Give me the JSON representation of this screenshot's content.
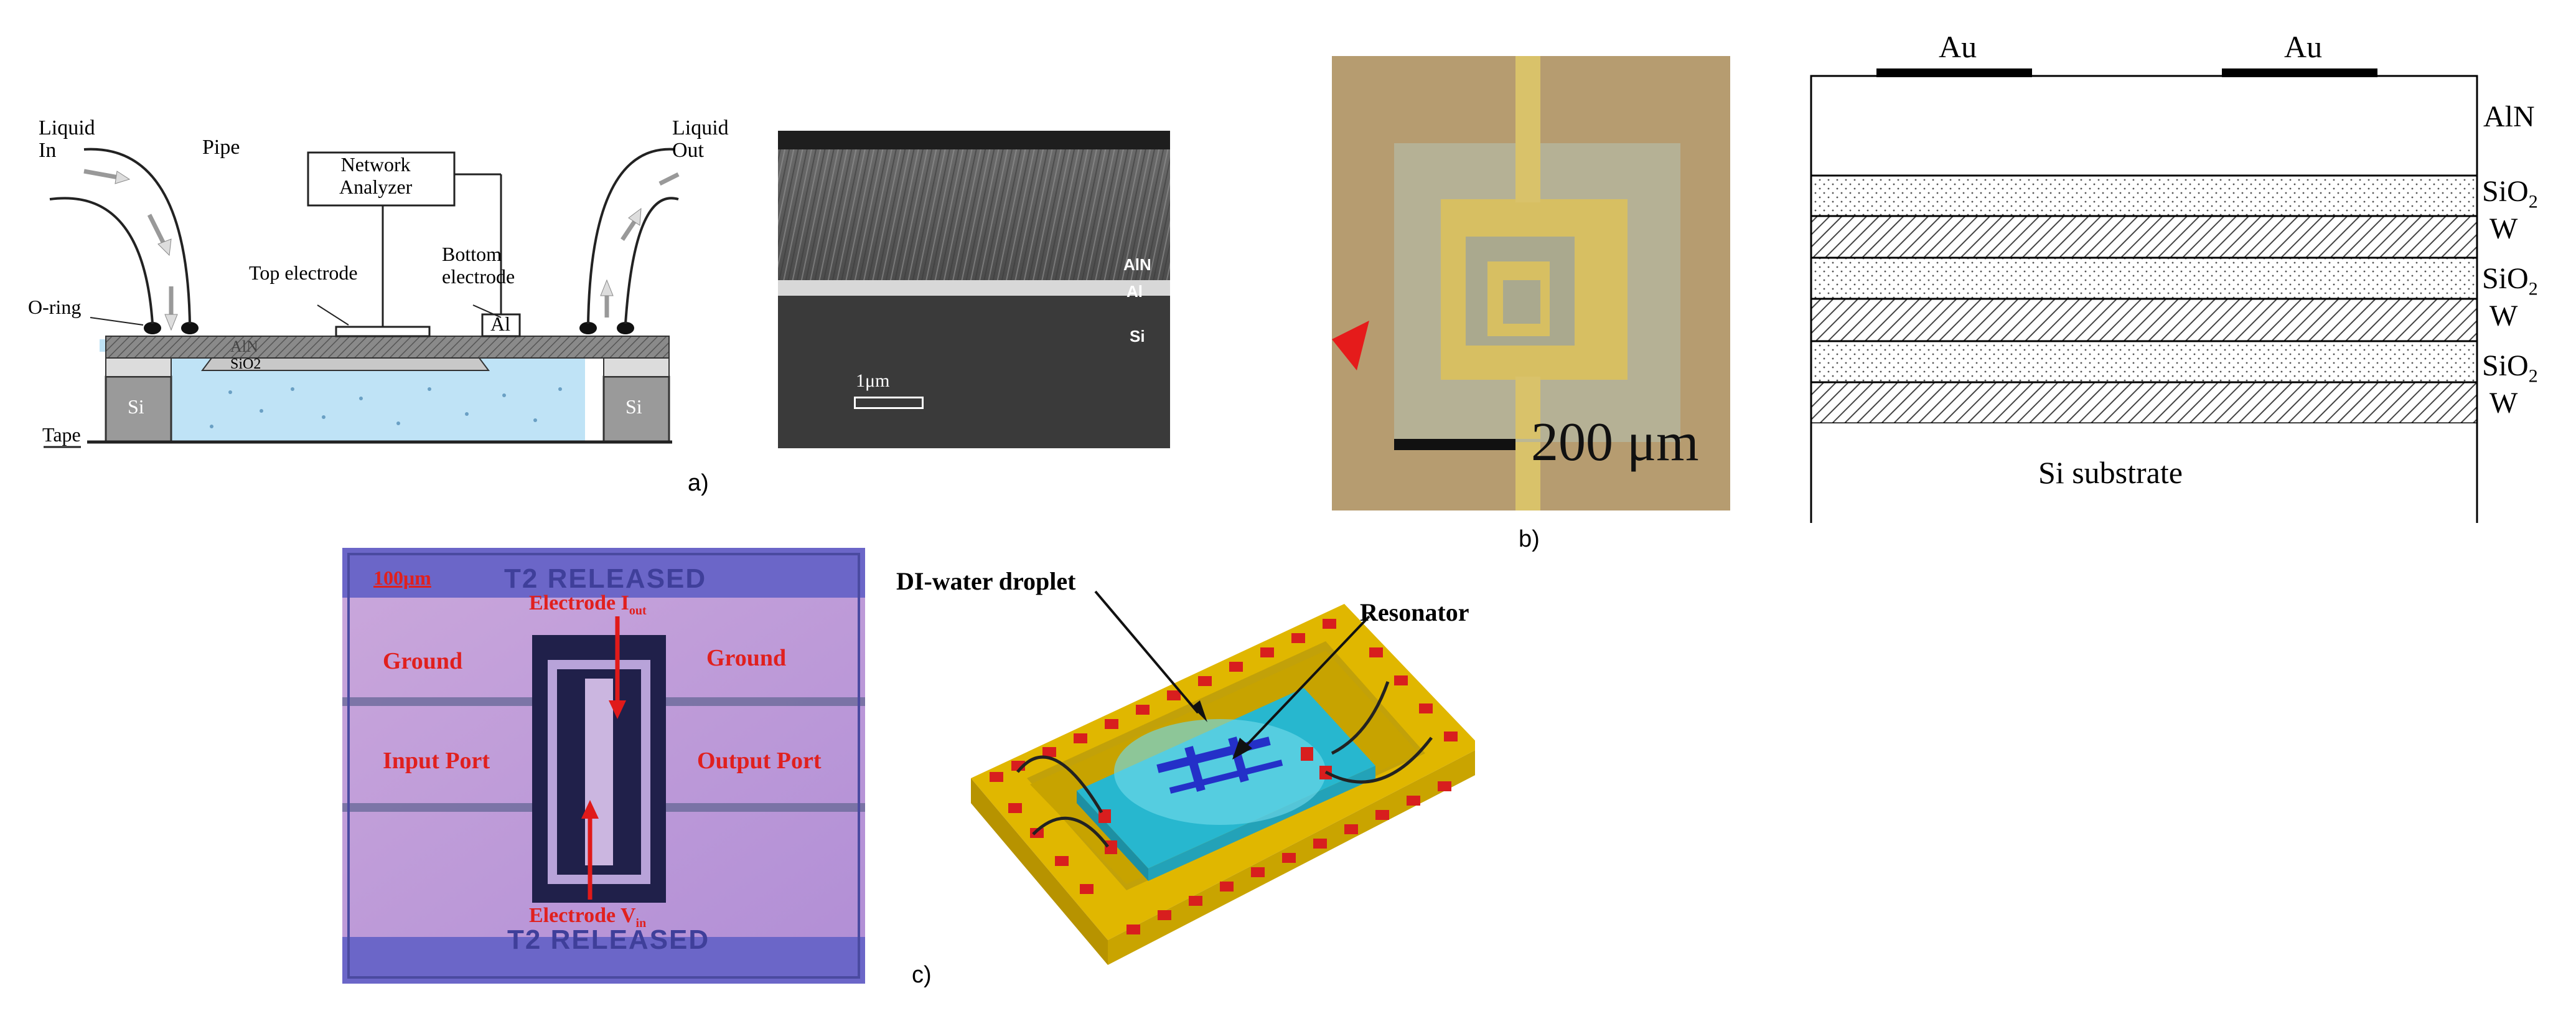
{
  "panel_a": {
    "diagram": {
      "liquid_in": "Liquid\nIn",
      "pipe": "Pipe",
      "network_analyzer": "Network\nAnalyzer",
      "liquid_out": "Liquid\nOut",
      "top_electrode": "Top electrode",
      "bottom_electrode": "Bottom\nelectrode",
      "o_ring": "O-ring",
      "al": "Al",
      "aln": "AlN",
      "sio2": "SiO2",
      "si_left": "Si",
      "si_right": "Si",
      "tape": "Tape"
    },
    "sem": {
      "aln": "AlN",
      "al": "Al",
      "si": "Si",
      "scale": "1μm"
    },
    "tag": "a)"
  },
  "panel_b": {
    "micrograph_scale": "200 μm",
    "stack": {
      "au_left": "Au",
      "au_right": "Au",
      "aln": "AlN",
      "sio2_1": "SiO",
      "sio2_2": "SiO",
      "sio2_3": "SiO",
      "subscript": "2",
      "w_1": "W",
      "w_2": "W",
      "w_3": "W",
      "substrate": "Si substrate"
    },
    "tag": "b)"
  },
  "panel_c": {
    "micrograph": {
      "scale": "100μm",
      "header": "T2 RELEASED",
      "footer": "T2 RELEASED",
      "electrode_top": "Electrode I",
      "electrode_top_sub": "out",
      "electrode_bottom": "Electrode V",
      "electrode_bottom_sub": "in",
      "ground_left": "Ground",
      "ground_right": "Ground",
      "input_port": "Input Port",
      "output_port": "Output Port"
    },
    "render": {
      "droplet": "DI-water droplet",
      "resonator": "Resonator"
    },
    "tag": "c)"
  }
}
